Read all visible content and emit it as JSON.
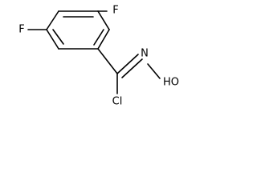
{
  "molecule": {
    "atoms": {
      "fluorine_top": "F",
      "fluorine_left": "F",
      "oxime_nitrogen": "N",
      "hydroxyl": "HO",
      "chlorine": "Cl"
    }
  }
}
